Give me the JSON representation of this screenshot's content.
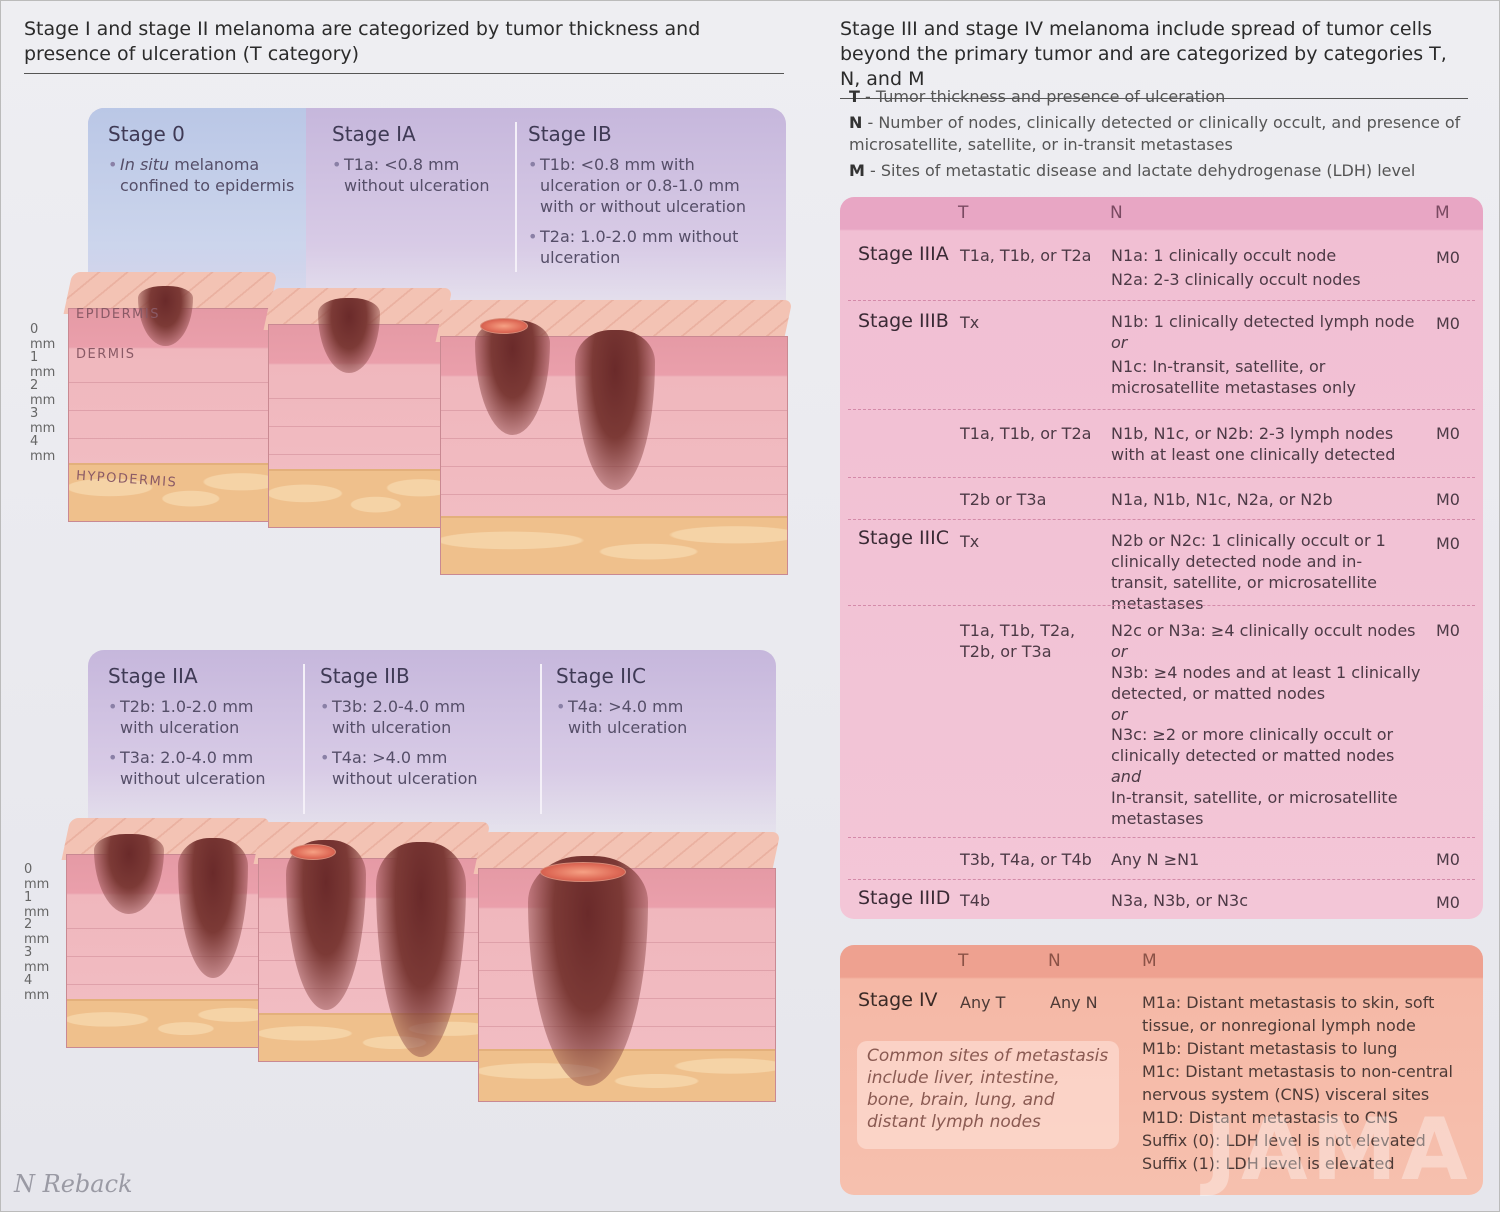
{
  "left_heading": "Stage I and stage II melanoma are categorized by tumor thickness and presence of ulceration (T category)",
  "right_heading": "Stage III and stage IV melanoma include spread of tumor cells beyond the primary tumor and are categorized by categories T, N, and M",
  "top_panel": {
    "stage0": {
      "name": "Stage 0",
      "italic": "In situ",
      "b1_rest": " melanoma confined to epidermis"
    },
    "stage1a": {
      "name": "Stage IA",
      "b1": "T1a: <0.8 mm without ulceration"
    },
    "stage1b": {
      "name": "Stage IB",
      "b1": "T1b: <0.8 mm with ulceration or 0.8-1.0 mm with or without ulceration",
      "b2": "T2a: 1.0-2.0 mm without ulceration"
    }
  },
  "bottom_panel": {
    "stage2a": {
      "name": "Stage IIA",
      "b1": "T2b: 1.0-2.0 mm with ulceration",
      "b2": "T3a: 2.0-4.0 mm without ulceration"
    },
    "stage2b": {
      "name": "Stage IIB",
      "b1": "T3b: 2.0-4.0 mm with ulceration",
      "b2": "T4a: >4.0 mm without ulceration"
    },
    "stage2c": {
      "name": "Stage IIC",
      "b1": "T4a: >4.0 mm with ulceration"
    }
  },
  "skin_labels": {
    "epidermis": "EPIDERMIS",
    "dermis": "DERMIS",
    "hypodermis": "HYPODERMIS"
  },
  "mm_ticks": [
    "0 mm",
    "1 mm",
    "2 mm",
    "3 mm",
    "4 mm"
  ],
  "legend": {
    "t_key": "T",
    "t_text": " - Tumor thickness and presence of ulceration",
    "n_key": "N",
    "n_text": " - Number of nodes, clinically detected or clinically occult, and presence of microsatellite, satellite, or in-transit metastases",
    "m_key": "M",
    "m_text": " - Sites of metastatic disease and lactate dehydrogenase (LDH) level"
  },
  "table3": {
    "headers": {
      "t": "T",
      "n": "N",
      "m": "M"
    },
    "rows": {
      "r1": {
        "stage": "Stage IIIA",
        "t": "T1a, T1b, or T2a",
        "n1": "N1a: 1 clinically occult node",
        "n2": "N2a: 2-3 clinically occult nodes",
        "m": "M0"
      },
      "r2": {
        "stage": "Stage IIIB",
        "t": "Tx",
        "n1": "N1b: 1 clinically detected lymph node",
        "or": "or",
        "n2": "N1c: In-transit, satellite, or microsatellite metastases only",
        "m": "M0"
      },
      "r3": {
        "t": "T1a, T1b, or T2a",
        "n1": "N1b, N1c, or N2b: 2-3 lymph nodes with at least one clinically detected",
        "m": "M0"
      },
      "r4": {
        "t": "T2b or T3a",
        "n1": "N1a, N1b, N1c, N2a, or N2b",
        "m": "M0"
      },
      "r5": {
        "stage": "Stage IIIC",
        "t": "Tx",
        "n1": "N2b or N2c: 1 clinically occult or 1 clinically detected node and in-transit, satellite, or microsatellite metastases",
        "m": "M0"
      },
      "r6": {
        "t": "T1a, T1b, T2a, T2b, or T3a",
        "n1": "N2c or N3a: ≥4 clinically occult nodes",
        "or1": "or",
        "n2": "N3b: ≥4 nodes and at least 1 clinically detected, or matted nodes",
        "or2": "or",
        "n3": "N3c: ≥2 or more clinically occult or clinically detected or matted nodes",
        "and": "and",
        "n4": "In-transit, satellite, or microsatellite metastases",
        "m": "M0"
      },
      "r7": {
        "t": "T3b, T4a, or T4b",
        "n1": "Any N ≥N1",
        "m": "M0"
      },
      "r8": {
        "stage": "Stage IIID",
        "t": "T4b",
        "n1": "N3a, N3b, or N3c",
        "m": "M0"
      }
    }
  },
  "table4": {
    "headers": {
      "t": "T",
      "n": "N",
      "m": "M"
    },
    "stage": "Stage IV",
    "t": "Any T",
    "n": "Any N",
    "common": "Common sites of metastasis include liver, intestine, bone, brain, lung, and distant lymph nodes",
    "m_items": [
      {
        "key": "M1a:",
        "text": " Distant metastasis to skin, soft tissue, or nonregional lymph node"
      },
      {
        "key": "M1b:",
        "text": " Distant metastasis to lung"
      },
      {
        "key": "M1c:",
        "text": " Distant metastasis to non-central nervous system (CNS) visceral sites"
      },
      {
        "key": "M1D:",
        "text": " Distant metastasis to CNS"
      },
      {
        "key": "Suffix (0):",
        "text": " LDH level is not elevated"
      },
      {
        "key": "Suffix (1):",
        "text": " LDH level is elevated"
      }
    ]
  },
  "watermark": "JAMA",
  "signature": "N Reback"
}
